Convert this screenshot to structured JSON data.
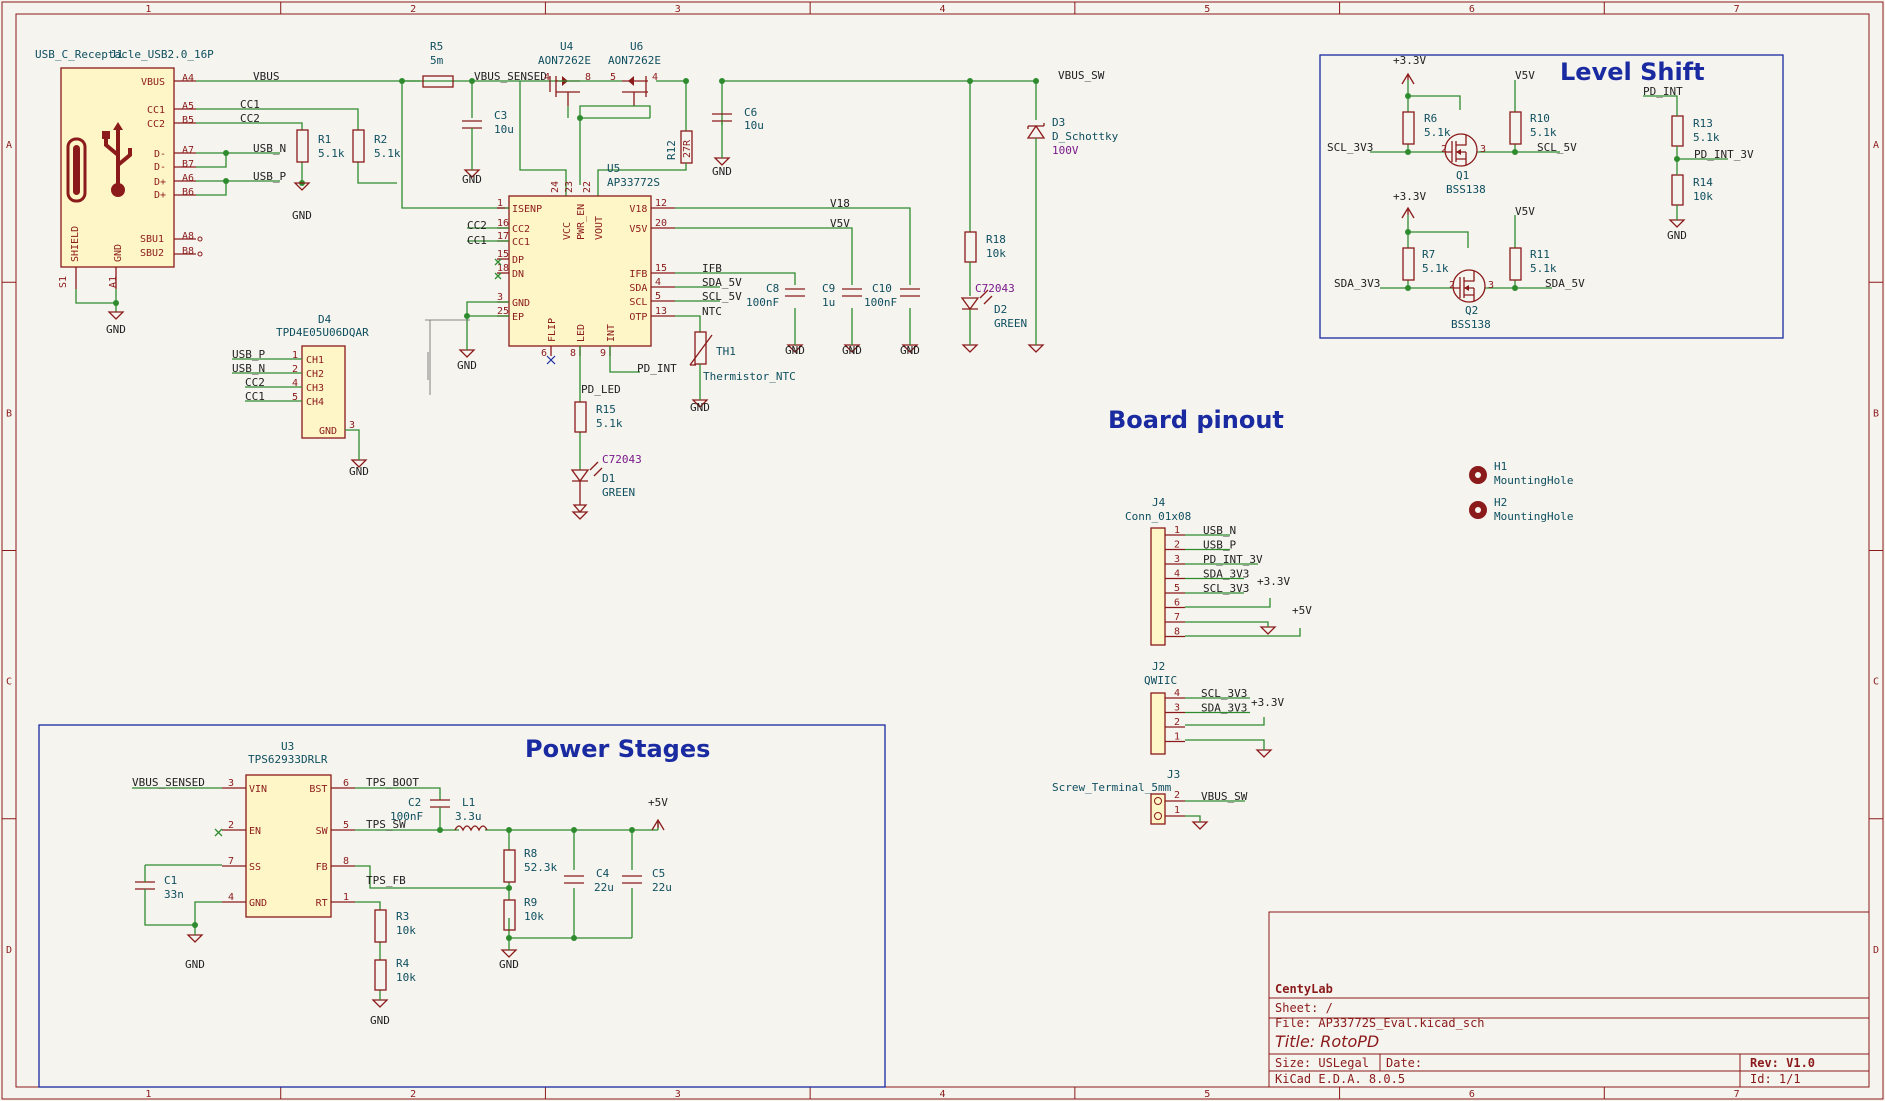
{
  "border": {
    "cols": [
      "1",
      "2",
      "3",
      "4",
      "5",
      "6",
      "7"
    ],
    "rows": [
      "A",
      "B",
      "C",
      "D"
    ]
  },
  "sections": {
    "level_shift": "Level Shift",
    "board_pinout": "Board pinout",
    "power_stages": "Power Stages"
  },
  "j1": {
    "ref": "J1",
    "value": "USB_C_Receptacle_USB2.0_16P",
    "pins": [
      "VBUS",
      "CC1",
      "CC2",
      "D-",
      "D-",
      "D+",
      "D+",
      "SBU1",
      "SBU2",
      "SHIELD",
      "GND"
    ],
    "pin_nums": [
      "A4",
      "A5",
      "B5",
      "A7",
      "B7",
      "A6",
      "B6",
      "A8",
      "B8",
      "S1",
      "A1"
    ]
  },
  "nets": {
    "vbus": "VBUS",
    "vbus_sensed": "VBUS_SENSED",
    "vbus_sw": "VBUS_SW",
    "cc1": "CC1",
    "cc2": "CC2",
    "usb_n": "USB_N",
    "usb_p": "USB_P",
    "v18": "V18",
    "v5v": "V5V",
    "ifb": "IFB",
    "sda_5v": "SDA_5V",
    "scl_5v": "SCL_5V",
    "ntc": "NTC",
    "pd_int": "PD_INT",
    "pd_led": "PD_LED",
    "gnd": "GND",
    "p3v3": "+3.3V",
    "p5v": "+5V",
    "v5v_lbl": "V5V",
    "scl_3v3": "SCL_3V3",
    "sda_3v3": "SDA_3V3",
    "pd_int_3v": "PD_INT_3V",
    "tps_boot": "TPS_BOOT",
    "tps_sw": "TPS_SW",
    "tps_fb": "TPS_FB",
    "scl_5v_b": "SCL_5V",
    "sda_5v_b": "SDA_5V"
  },
  "parts": {
    "r5": {
      "ref": "R5",
      "val": "5m"
    },
    "u4": {
      "ref": "U4",
      "val": "AON7262E"
    },
    "u6": {
      "ref": "U6",
      "val": "AON7262E"
    },
    "c3": {
      "ref": "C3",
      "val": "10u"
    },
    "c6": {
      "ref": "C6",
      "val": "10u"
    },
    "r12": {
      "ref": "R12",
      "val": "27R"
    },
    "r1": {
      "ref": "R1",
      "val": "5.1k"
    },
    "r2": {
      "ref": "R2",
      "val": "5.1k"
    },
    "u5": {
      "ref": "U5",
      "val": "AP33772S",
      "pins_left": [
        "ISENP",
        "CC2",
        "CC1",
        "DP",
        "DN",
        "GND",
        "EP"
      ],
      "pins_left_n": [
        "1",
        "16",
        "17",
        "15",
        "18",
        "3",
        "25"
      ],
      "pins_right": [
        "V18",
        "V5V",
        "IFB",
        "SDA",
        "SCL",
        "OTP"
      ],
      "pins_right_n": [
        "12",
        "20",
        "15",
        "4",
        "5",
        "13"
      ],
      "pins_top": [
        "VCC",
        "PWR_EN",
        "VOUT"
      ],
      "pins_top_n": [
        "24",
        "23",
        "22"
      ],
      "pins_bot": [
        "FLIP",
        "LED",
        "INT"
      ],
      "pins_bot_n": [
        "6",
        "8",
        "9"
      ]
    },
    "c8": {
      "ref": "C8",
      "val": "100nF"
    },
    "c9": {
      "ref": "C9",
      "val": "1u"
    },
    "c10": {
      "ref": "C10",
      "val": "100nF"
    },
    "th1": {
      "ref": "TH1",
      "val": "Thermistor_NTC"
    },
    "r15": {
      "ref": "R15",
      "val": "5.1k"
    },
    "d1": {
      "ref": "D1",
      "val": "GREEN",
      "mfr": "C72043"
    },
    "r18": {
      "ref": "R18",
      "val": "10k"
    },
    "d2": {
      "ref": "D2",
      "val": "GREEN",
      "mfr": "C72043"
    },
    "d3": {
      "ref": "D3",
      "val": "D_Schottky",
      "v": "100V"
    },
    "d4": {
      "ref": "D4",
      "val": "TPD4E05U06DQAR",
      "pins": [
        "CH1",
        "CH2",
        "CH3",
        "CH4",
        "GND"
      ],
      "pin_n": [
        "1",
        "2",
        "4",
        "5",
        "3"
      ],
      "nets": [
        "USB_P",
        "USB_N",
        "CC2",
        "CC1"
      ]
    },
    "r6": {
      "ref": "R6",
      "val": "5.1k"
    },
    "r10": {
      "ref": "R10",
      "val": "5.1k"
    },
    "q1": {
      "ref": "Q1",
      "val": "BSS138"
    },
    "r7": {
      "ref": "R7",
      "val": "5.1k"
    },
    "r11": {
      "ref": "R11",
      "val": "5.1k"
    },
    "q2": {
      "ref": "Q2",
      "val": "BSS138"
    },
    "r13": {
      "ref": "R13",
      "val": "5.1k"
    },
    "r14": {
      "ref": "R14",
      "val": "10k"
    },
    "h1": {
      "ref": "H1",
      "val": "MountingHole"
    },
    "h2": {
      "ref": "H2",
      "val": "MountingHole"
    },
    "j4": {
      "ref": "J4",
      "val": "Conn_01x08",
      "nets": [
        "USB_N",
        "USB_P",
        "PD_INT_3V",
        "SDA_3V3",
        "SCL_3V3",
        "",
        "",
        ""
      ]
    },
    "j2": {
      "ref": "J2",
      "val": "QWIIC",
      "nets": [
        "SCL_3V3",
        "SDA_3V3",
        "",
        ""
      ],
      "pin_n": [
        "4",
        "3",
        "2",
        "1"
      ]
    },
    "j3": {
      "ref": "J3",
      "val": "Screw_Terminal_5mm",
      "nets": [
        "VBUS_SW",
        ""
      ],
      "pin_n": [
        "2",
        "1"
      ]
    },
    "u3": {
      "ref": "U3",
      "val": "TPS62933DRLR",
      "pins_left": [
        "VIN",
        "EN",
        "SS",
        "GND"
      ],
      "pins_left_n": [
        "3",
        "2",
        "7",
        "4"
      ],
      "pins_right": [
        "BST",
        "SW",
        "FB",
        "RT"
      ],
      "pins_right_n": [
        "6",
        "5",
        "8",
        "1"
      ]
    },
    "c2": {
      "ref": "C2",
      "val": "100nF"
    },
    "l1": {
      "ref": "L1",
      "val": "3.3u"
    },
    "r8": {
      "ref": "R8",
      "val": "52.3k"
    },
    "r9": {
      "ref": "R9",
      "val": "10k"
    },
    "c4": {
      "ref": "C4",
      "val": "22u"
    },
    "c5": {
      "ref": "C5",
      "val": "22u"
    },
    "c1": {
      "ref": "C1",
      "val": "33n"
    },
    "r3": {
      "ref": "R3",
      "val": "10k"
    },
    "r4": {
      "ref": "R4",
      "val": "10k"
    }
  },
  "title_block": {
    "company": "CentyLab",
    "sheet": "Sheet: /",
    "file": "File: AP33772S_Eval.kicad_sch",
    "title": "Title: RotoPD",
    "size": "Size: USLegal",
    "date": "Date:",
    "rev": "Rev: V1.0",
    "tool": "KiCad E.D.A. 8.0.5",
    "id": "Id: 1/1"
  }
}
